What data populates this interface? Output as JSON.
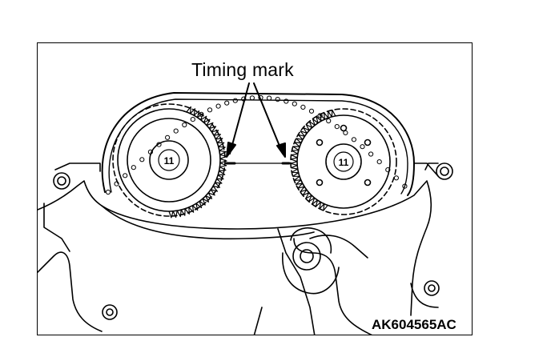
{
  "diagram": {
    "callout_label": "Timing mark",
    "figure_code": "AK604565AC",
    "left_sprocket_bolt_label": "11",
    "right_sprocket_bolt_label": "11"
  }
}
